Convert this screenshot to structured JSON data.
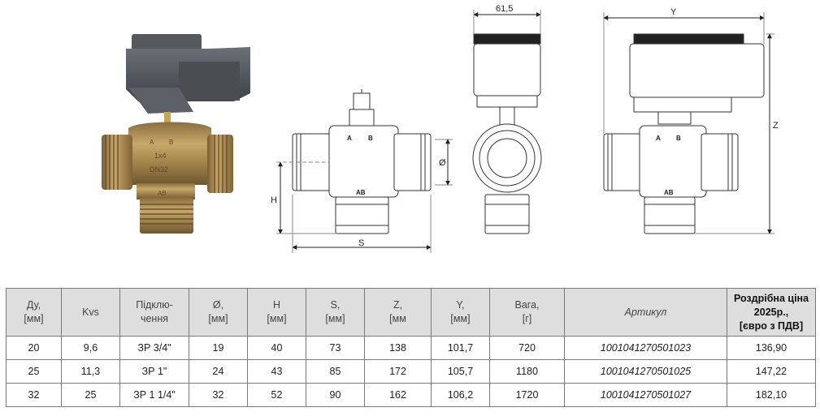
{
  "drawing": {
    "dim_front_width": "61,5",
    "dim_overall_width": "Y",
    "dim_overall_height": "Z",
    "dim_height": "H",
    "dim_length": "S",
    "dim_diameter": "Ø",
    "port_a": "A",
    "port_b": "B",
    "port_ab": "AB"
  },
  "photo": {
    "body_marking": "1x4",
    "body_model": "DN32",
    "port_a": "A",
    "port_b": "B",
    "port_ab": "AB"
  },
  "table": {
    "headers": [
      {
        "l1": "Ду,",
        "l2": "[мм]"
      },
      {
        "l1": "Kvs",
        "l2": ""
      },
      {
        "l1": "Підклю-",
        "l2": "чення"
      },
      {
        "l1": "Ø,",
        "l2": "[мм]"
      },
      {
        "l1": "H",
        "l2": "[мм]"
      },
      {
        "l1": "S,",
        "l2": "[мм]"
      },
      {
        "l1": "Z,",
        "l2": "[мм"
      },
      {
        "l1": "Y,",
        "l2": "[мм]"
      },
      {
        "l1": "Вага,",
        "l2": "[г]"
      },
      {
        "l1": "Артикул",
        "l2": ""
      },
      {
        "l1": "Роздрібна ціна 2025р.,",
        "l2": "[євро з ПДВ]"
      }
    ],
    "rows": [
      [
        "20",
        "9,6",
        "ЗР 3/4\"",
        "19",
        "40",
        "73",
        "138",
        "101,7",
        "720",
        "1001041270501023",
        "136,90"
      ],
      [
        "25",
        "11,3",
        "ЗР 1\"",
        "24",
        "43",
        "85",
        "172",
        "105,7",
        "1180",
        "1001041270501025",
        "147,22"
      ],
      [
        "32",
        "25",
        "ЗР 1 1/4\"",
        "32",
        "52",
        "90",
        "162",
        "106,2",
        "1720",
        "1001041270501027",
        "182,10"
      ]
    ]
  }
}
